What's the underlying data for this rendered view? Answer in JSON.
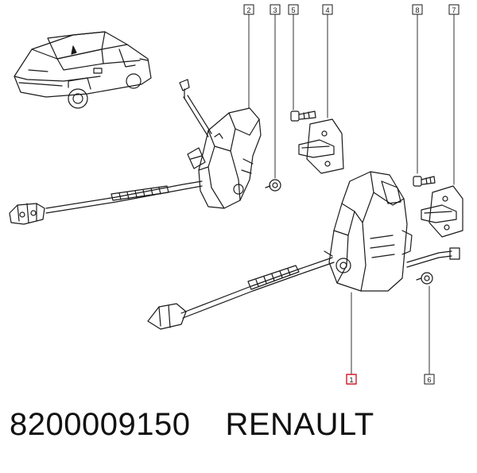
{
  "callouts": [
    {
      "id": "c2",
      "label": "2"
    },
    {
      "id": "c3",
      "label": "3"
    },
    {
      "id": "c5",
      "label": "5"
    },
    {
      "id": "c4",
      "label": "4"
    },
    {
      "id": "c8",
      "label": "8"
    },
    {
      "id": "c7",
      "label": "7"
    },
    {
      "id": "c1",
      "label": "1"
    },
    {
      "id": "c6",
      "label": "6"
    }
  ],
  "caption": {
    "part_number": "8200009150",
    "brand": "RENAULT"
  },
  "colors": {
    "line": "#1a1a1a",
    "highlight": "#d11a2a"
  }
}
